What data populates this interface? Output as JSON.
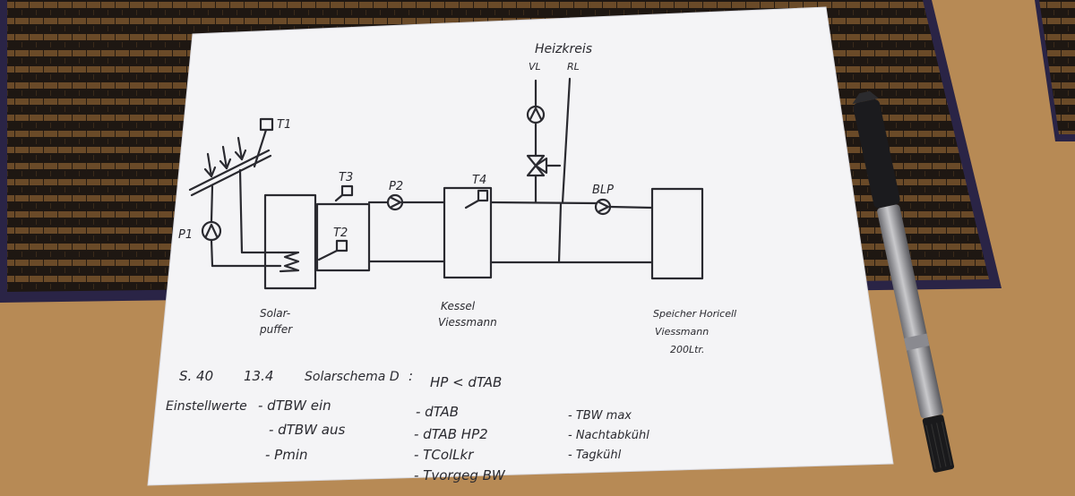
{
  "colors": {
    "table": "#b78a55",
    "mat_dark": "#1e1712",
    "mat_light": "#6a4a28",
    "mat_border": "#2a2446",
    "paper": "#f4f4f6",
    "ink": "#2a2a30"
  },
  "diagram": {
    "sensors": {
      "t1": "T1",
      "t2": "T2",
      "t3": "T3",
      "t4": "T4"
    },
    "pumps": {
      "p1": "P1",
      "p2": "P2",
      "blp": "BLP"
    },
    "heating": {
      "title": "Heizkreis",
      "flow": "VL",
      "return": "RL"
    },
    "tanks": {
      "solar_line1": "Solar-",
      "solar_line2": "puffer",
      "boiler_line1": "Kessel",
      "boiler_line2": "Viessmann",
      "storage_line1": "Speicher Horicell",
      "storage_line2": "Viessmann",
      "storage_line3": "200Ltr."
    },
    "notes": {
      "heading_page": "S. 40",
      "heading_ref": "13.4",
      "heading_scheme": "Solarschema D",
      "heading_colon": ":",
      "heading_rule": "HP < dTAB",
      "settings_label": "Einstellwerte",
      "col1": [
        "- dTBW ein",
        "- dTBW aus",
        "- Pmin"
      ],
      "col2": [
        "- dTAB",
        "- dTAB HP2",
        "- TColLkr",
        "- Tvorgeg BW"
      ],
      "col3": [
        "- TBW max",
        "- Nachtabkühl",
        "- Tagkühl"
      ]
    }
  }
}
